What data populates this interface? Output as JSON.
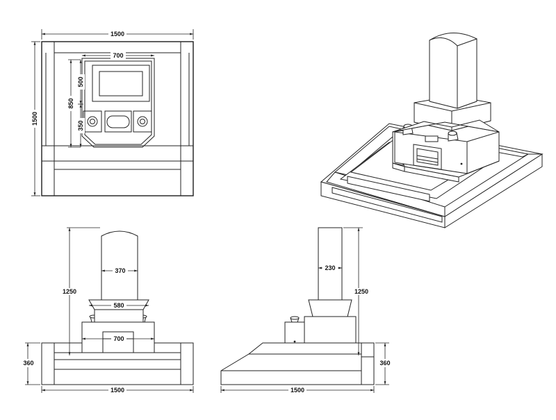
{
  "plan_view": {
    "overall_width": "1500",
    "overall_depth": "1500",
    "inner_width": "700",
    "upper_depth": "500",
    "total_depth": "850",
    "lower_depth": "350"
  },
  "front_elevation": {
    "overall_width": "1500",
    "height": "1250",
    "base_height": "360",
    "tombstone_width": "370",
    "middle_width": "580",
    "lower_width": "700"
  },
  "side_elevation": {
    "overall_depth": "1500",
    "height": "1250",
    "base_height": "360",
    "tombstone_depth": "230"
  }
}
